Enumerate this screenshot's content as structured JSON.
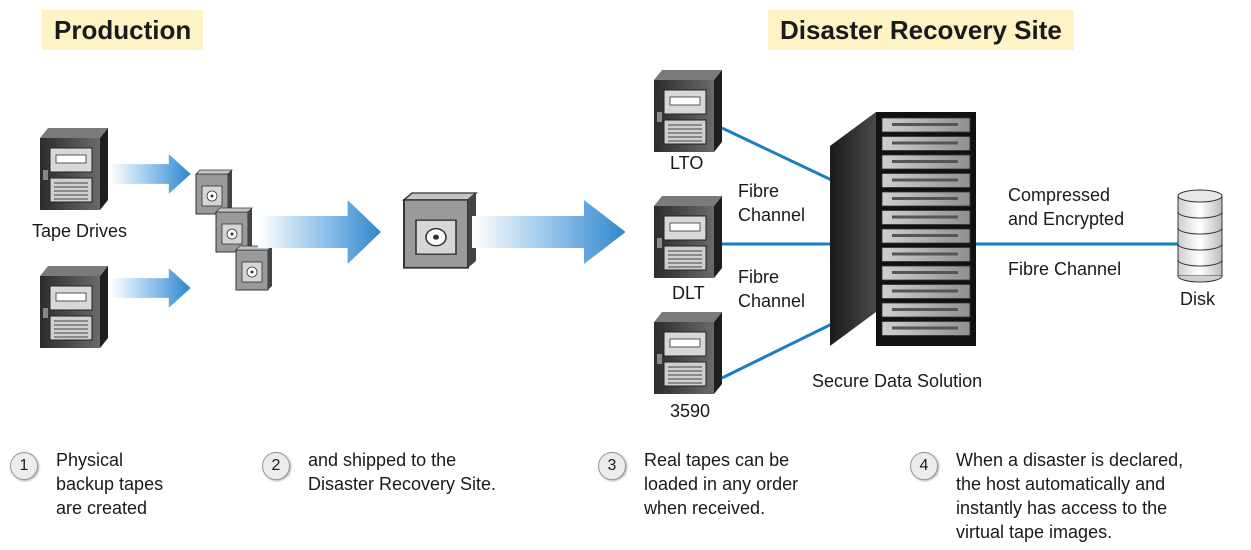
{
  "headers": {
    "production": "Production",
    "dr_site": "Disaster Recovery Site"
  },
  "labels": {
    "tape_drives": "Tape Drives",
    "lto": "LTO",
    "dlt": "DLT",
    "drive_3590": "3590",
    "fibre_channel_top_1": "Fibre",
    "fibre_channel_top_2": "Channel",
    "fibre_channel_mid_1": "Fibre",
    "fibre_channel_mid_2": "Channel",
    "compressed_1": "Compressed",
    "compressed_2": "and Encrypted",
    "fibre_channel_right": "Fibre Channel",
    "disk": "Disk",
    "secure_data_solution": "Secure Data Solution"
  },
  "steps": [
    {
      "number": "1",
      "lines": [
        "Physical",
        "backup tapes",
        "are created"
      ]
    },
    {
      "number": "2",
      "lines": [
        "and shipped to the",
        "Disaster Recovery Site."
      ]
    },
    {
      "number": "3",
      "lines": [
        "Real tapes can be",
        "loaded in any order",
        "when received."
      ]
    },
    {
      "number": "4",
      "lines": [
        "When a disaster is declared,",
        "the host automatically and",
        "instantly has access to the",
        "virtual tape images."
      ]
    }
  ],
  "colors": {
    "header_bg": "#fdf3c4",
    "connection_line": "#1a7fc0",
    "arrow": "#3a8fd0"
  },
  "icons": [
    "tape-drive-icon",
    "tape-cartridge-icon",
    "server-rack-icon",
    "disk-stack-icon",
    "arrow-icon"
  ]
}
